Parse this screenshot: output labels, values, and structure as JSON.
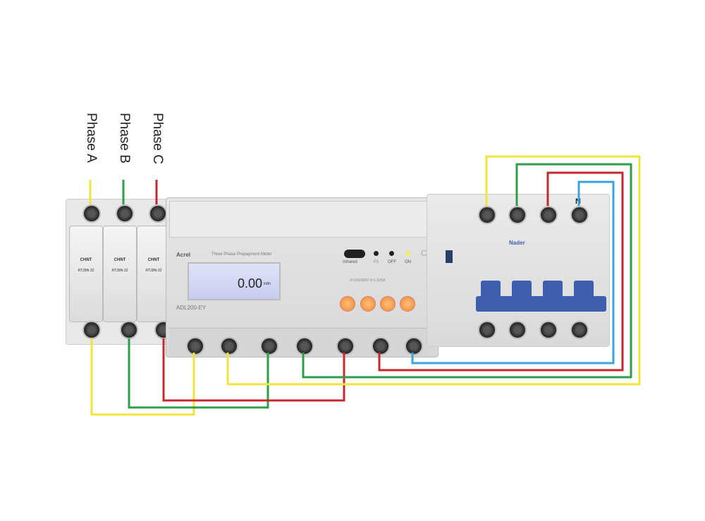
{
  "labels": {
    "phase_a": "Phase A",
    "phase_b": "Phase B",
    "phase_c": "Phase C",
    "neutral": "N"
  },
  "fuse": {
    "brand": "CHNT",
    "model": "RT28N-32"
  },
  "meter": {
    "brand": "Acrel",
    "title": "Three Phase Prepayment Meter",
    "reading": "0.00",
    "unit": "kWh",
    "model": "ADL200-EY",
    "infrared": "Infrared",
    "p1": "P1",
    "off": "OFF",
    "on": "ON",
    "ce": "CE",
    "spec": "3×220/380V 3×1.5(6)A"
  },
  "breaker": {
    "brand": "Nader"
  },
  "colors": {
    "yellow": "#f2e53a",
    "green": "#2e9e48",
    "red": "#c8282c",
    "blue": "#3aa6dc"
  }
}
